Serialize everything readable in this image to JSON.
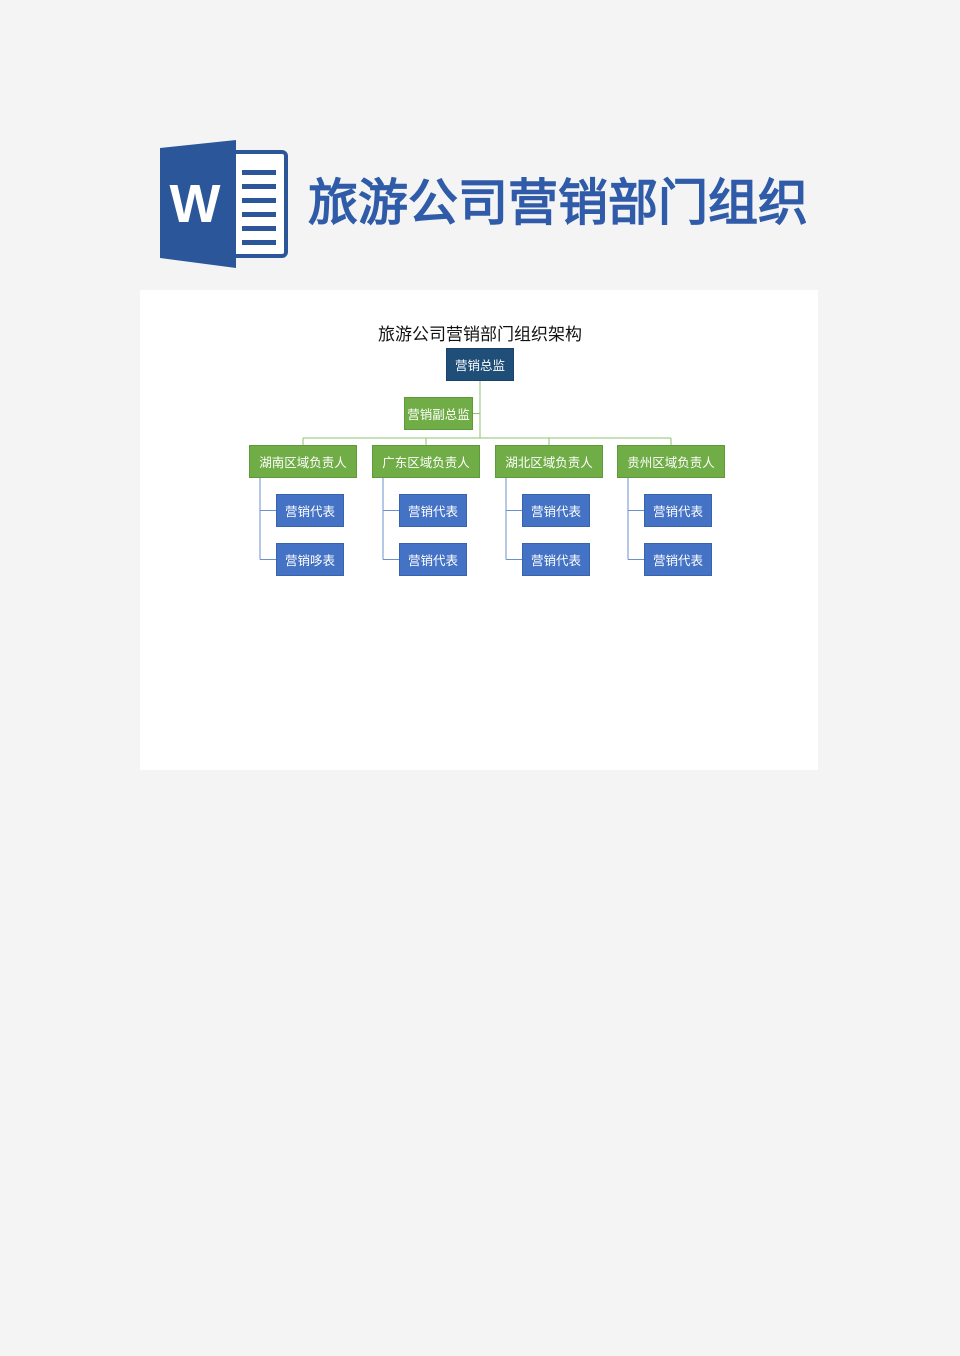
{
  "header": {
    "title": "旅游公司营销部门组织",
    "logo_letter": "W"
  },
  "chart": {
    "title": "旅游公司营销部门组织架构",
    "director": "营销总监",
    "deputy": "营销副总监",
    "regions": [
      {
        "label": "湖南区域负责人",
        "reps": [
          "营销代表",
          "营销哆表"
        ]
      },
      {
        "label": "广东区域负责人",
        "reps": [
          "营销代表",
          "营销代表"
        ]
      },
      {
        "label": "湖北区域负责人",
        "reps": [
          "营销代表",
          "营销代表"
        ]
      },
      {
        "label": "贵州区域负责人",
        "reps": [
          "营销代表",
          "营销代表"
        ]
      }
    ]
  },
  "colors": {
    "brand_blue": "#2f5ba8",
    "director_fill": "#1f4e79",
    "manager_fill": "#70ad47",
    "rep_fill": "#4472c4",
    "connector_green": "#8dc26f",
    "connector_blue": "#6d8fd0"
  }
}
